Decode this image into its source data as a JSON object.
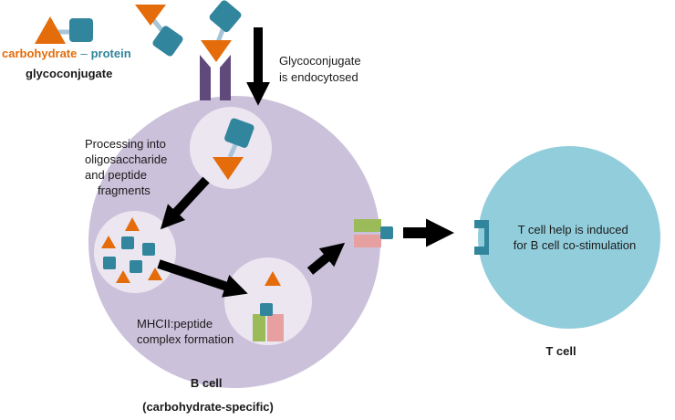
{
  "legend": {
    "carbohydrate": "carbohydrate",
    "dash": "–",
    "protein": "protein",
    "glycoconjugate": "glycoconjugate"
  },
  "labels": {
    "endocytosed_line1": "Glycoconjugate",
    "endocytosed_line2": "is endocytosed",
    "processing_line1": "Processing into",
    "processing_line2": "oligosaccharide",
    "processing_line3": "and peptide",
    "processing_line4": "fragments",
    "mhc_line1": "MHCII:peptide",
    "mhc_line2": "complex formation",
    "tcell_help_line1": "T cell help is induced",
    "tcell_help_line2": "for B cell co-stimulation",
    "bcell_line1": "B cell",
    "bcell_line2": "(carbohydrate-specific)",
    "tcell_name": "T cell"
  },
  "colors": {
    "carbohydrate": "#e46c0a",
    "protein": "#31859c",
    "linker": "#a6c5d9",
    "bcell": "#ccc1da",
    "vesicle": "#ece6f1",
    "receptor": "#604a7b",
    "tcell": "#92cddc",
    "mhc_green": "#9bbb59",
    "mhc_pink": "#e6a0a0",
    "bcell_text": "#5f497a",
    "tcell_text": "#31859c",
    "arrow": "#000000"
  }
}
